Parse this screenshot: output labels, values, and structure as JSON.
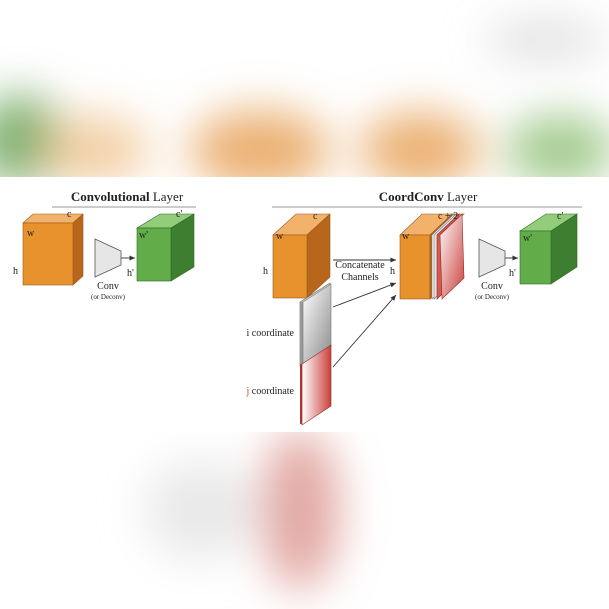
{
  "colors": {
    "orange": "#e8922e",
    "orange_top": "#f2b26c",
    "orange_side": "#b8661c",
    "green": "#62ad4a",
    "green_top": "#93cc7a",
    "green_side": "#3e7e30",
    "conv_fill": "#e6e6e6",
    "red": "#c9403c",
    "rule": "#999999"
  },
  "left_panel": {
    "title_bold": "Convolutional",
    "title_rest": " Layer",
    "input_block": {
      "w": "w",
      "h": "h",
      "c": "c"
    },
    "conv": {
      "label": "Conv",
      "sublabel": "(or Deconv)"
    },
    "output_block": {
      "w": "w'",
      "h": "h'",
      "c": "c'"
    }
  },
  "right_panel": {
    "title_bold": "CoordConv",
    "title_rest": " Layer",
    "input_block": {
      "w": "w",
      "h": "h",
      "c": "c"
    },
    "concat_label_1": "Concatenate",
    "concat_label_2": "Channels",
    "i_coordinate": "i coordinate",
    "j_coordinate_prefix": "j",
    "j_coordinate_rest": " coordinate",
    "stacked_block": {
      "w": "w",
      "h": "h",
      "c": "c + 2"
    },
    "conv": {
      "label": "Conv",
      "sublabel": "(or Deconv)"
    },
    "output_block": {
      "w": "w'",
      "h": "h'",
      "c": "c'"
    }
  }
}
